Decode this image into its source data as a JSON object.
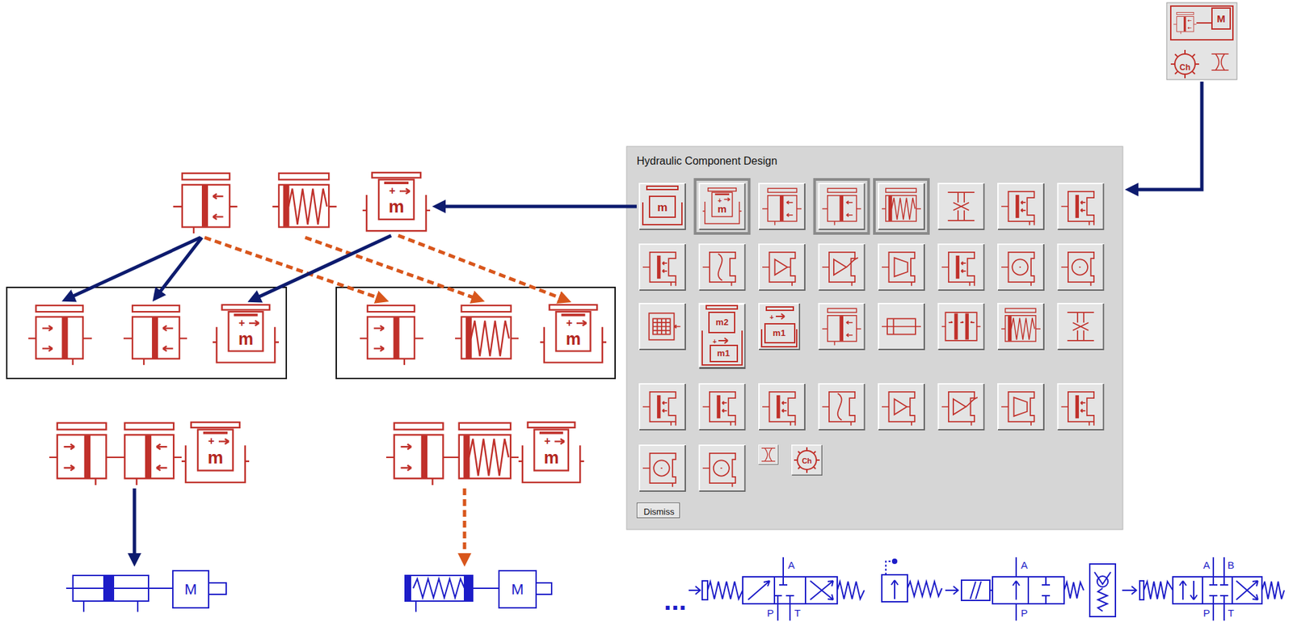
{
  "diagram": {
    "nodes": [
      {
        "text": [
          "M",
          "Ch"
        ]
      },
      {
        "text": [
          "Hydraulic Component Design"
        ]
      },
      {
        "text": [
          "m"
        ],
        "in": 1
      },
      {
        "text": [
          "+",
          "m"
        ],
        "in": 1
      },
      {
        "text": [
          "m2",
          "+",
          "m1"
        ],
        "in": 1
      },
      {
        "text": [
          "+",
          "m1"
        ],
        "in": 1
      },
      {
        "text": [
          "Ch"
        ],
        "in": 1
      },
      {
        "text": [
          "Dismiss"
        ],
        "in": 1
      },
      {
        "text": [
          "+",
          "m"
        ]
      },
      {
        "text": [
          "+",
          "m"
        ]
      },
      {
        "text": [
          "+",
          "m"
        ]
      },
      {
        "text": [
          "+",
          "m"
        ]
      },
      {
        "text": [
          "+",
          "m"
        ]
      },
      {
        "text": [
          "M"
        ]
      },
      {
        "text": [
          "M"
        ]
      }
    ],
    "edges": [
      {
        "from": 0,
        "to": 1,
        "arrow": "to"
      },
      {
        "from": 2,
        "to": 8,
        "arrow": "to"
      },
      {
        "from": 8,
        "to": 9,
        "arrow": "to"
      },
      {
        "from": 8,
        "to": 10,
        "arrow": "to"
      },
      {
        "from": 11,
        "to": 13,
        "arrow": "to"
      },
      {
        "from": 12,
        "to": 14,
        "arrow": "to"
      }
    ],
    "labels": [
      "...",
      "A",
      "P",
      "T",
      "A",
      "P",
      "A",
      "B",
      "P",
      "T"
    ]
  }
}
